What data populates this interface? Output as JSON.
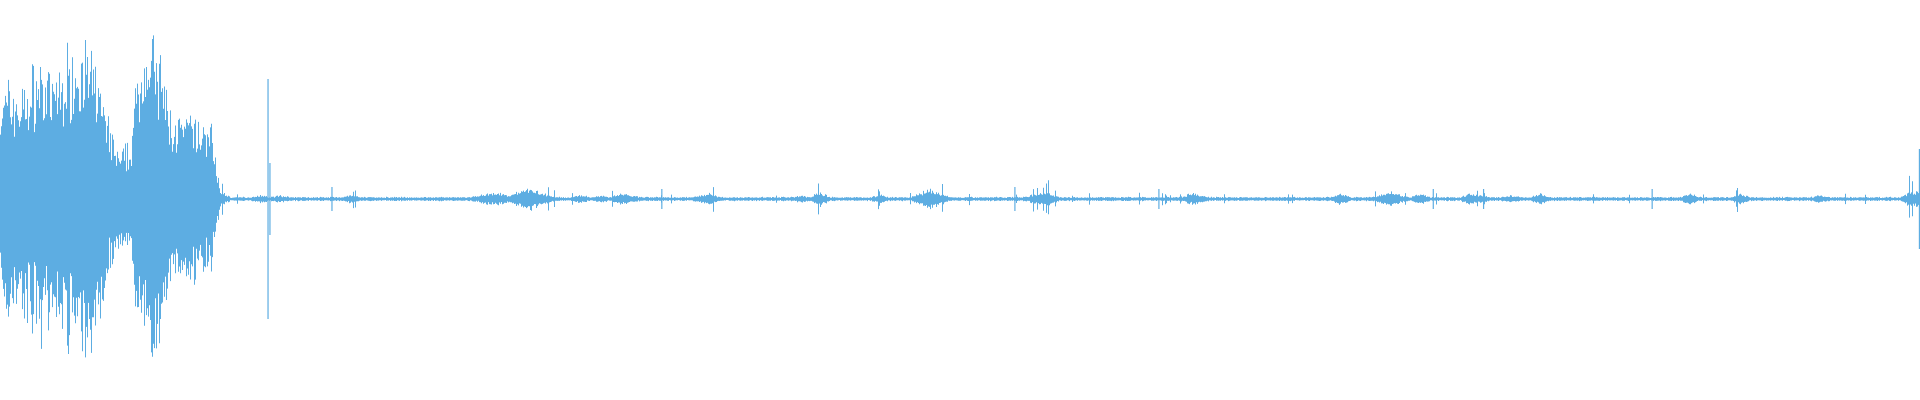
{
  "waveform": {
    "color": "#5dade2",
    "background": "#ffffff",
    "envelope": [
      0.52,
      0.6,
      0.55,
      0.62,
      0.7,
      0.58,
      0.66,
      0.75,
      0.8,
      0.72,
      0.6,
      0.35,
      0.22,
      0.28,
      0.78,
      0.82,
      0.7,
      0.45,
      0.4,
      0.42,
      0.38,
      0.4,
      0.04,
      0.01,
      0.01,
      0.01,
      0.02,
      0.01,
      0.02,
      0.01,
      0.01,
      0.01,
      0.01,
      0.01,
      0.01,
      0.02,
      0.01,
      0.01,
      0.01,
      0.01,
      0.01,
      0.01,
      0.01,
      0.01,
      0.01,
      0.01,
      0.01,
      0.01,
      0.02,
      0.03,
      0.03,
      0.02,
      0.04,
      0.06,
      0.03,
      0.02,
      0.01,
      0.01,
      0.02,
      0.01,
      0.02,
      0.01,
      0.03,
      0.02,
      0.01,
      0.01,
      0.01,
      0.01,
      0.01,
      0.01,
      0.02,
      0.03,
      0.01,
      0.01,
      0.01,
      0.01,
      0.01,
      0.01,
      0.01,
      0.01,
      0.02,
      0.01,
      0.04,
      0.01,
      0.01,
      0.01,
      0.01,
      0.01,
      0.02,
      0.01,
      0.01,
      0.01,
      0.03,
      0.05,
      0.03,
      0.01,
      0.01,
      0.01,
      0.01,
      0.01,
      0.01,
      0.01,
      0.01,
      0.02,
      0.03,
      0.03,
      0.01,
      0.01,
      0.01,
      0.01,
      0.01,
      0.01,
      0.01,
      0.01,
      0.01,
      0.01,
      0.01,
      0.01,
      0.01,
      0.03,
      0.02,
      0.01,
      0.01,
      0.01,
      0.01,
      0.01,
      0.01,
      0.01,
      0.01,
      0.01,
      0.01,
      0.01,
      0.01,
      0.01,
      0.03,
      0.01,
      0.01,
      0.01,
      0.02,
      0.04,
      0.02,
      0.01,
      0.03,
      0.01,
      0.01,
      0.01,
      0.01,
      0.03,
      0.02,
      0.01,
      0.01,
      0.02,
      0.01,
      0.01,
      0.03,
      0.01,
      0.01,
      0.01,
      0.01,
      0.01,
      0.01,
      0.01,
      0.01,
      0.01,
      0.01,
      0.01,
      0.01,
      0.01,
      0.01,
      0.03,
      0.01,
      0.01,
      0.01,
      0.01,
      0.03,
      0.01,
      0.01,
      0.01,
      0.01,
      0.01,
      0.01,
      0.01,
      0.02,
      0.01,
      0.01,
      0.01,
      0.01,
      0.01,
      0.01,
      0.01,
      0.01,
      0.04
    ],
    "transients": [
      {
        "time": 0.1396,
        "amplitude": 0.6
      },
      {
        "time": 0.1406,
        "amplitude": 0.18
      },
      {
        "time": 0.1729,
        "amplitude": 0.06
      },
      {
        "time": 0.3447,
        "amplitude": 0.05
      },
      {
        "time": 0.5286,
        "amplitude": 0.06
      },
      {
        "time": 0.6036,
        "amplitude": 0.05
      },
      {
        "time": 0.7465,
        "amplitude": 0.05
      },
      {
        "time": 0.7727,
        "amplitude": 0.05
      },
      {
        "time": 0.8605,
        "amplitude": 0.05
      },
      {
        "time": 0.9997,
        "amplitude": 0.25
      }
    ]
  }
}
